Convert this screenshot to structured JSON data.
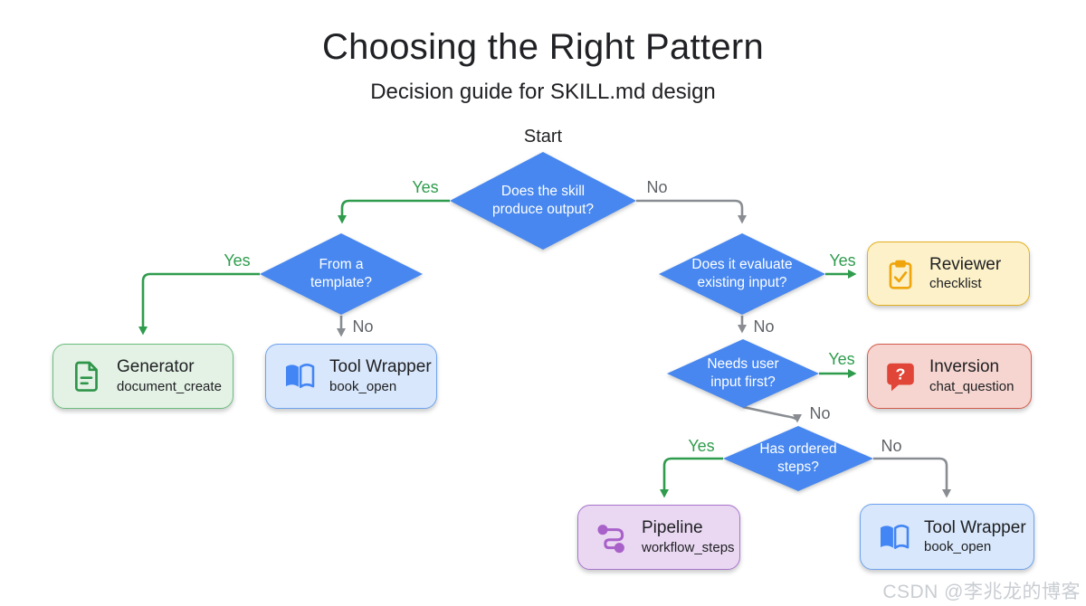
{
  "title": "Choosing the Right Pattern",
  "subtitle": "Decision guide for SKILL.md design",
  "start_label": "Start",
  "labels": {
    "yes": "Yes",
    "no": "No"
  },
  "decisions": {
    "produce_output": "Does the skill produce output?",
    "from_template": "From a template?",
    "evaluate_input": "Does it evaluate existing input?",
    "needs_input": "Needs user input first?",
    "ordered_steps": "Has ordered steps?"
  },
  "patterns": {
    "generator": {
      "name": "Generator",
      "code": "document_create",
      "icon": "document-icon"
    },
    "tool_wrapper": {
      "name": "Tool Wrapper",
      "code": "book_open",
      "icon": "open-book-icon"
    },
    "reviewer": {
      "name": "Reviewer",
      "code": "checklist",
      "icon": "clipboard-check-icon"
    },
    "inversion": {
      "name": "Inversion",
      "code": "chat_question",
      "icon": "question-chat-icon"
    },
    "pipeline": {
      "name": "Pipeline",
      "code": "workflow_steps",
      "icon": "workflow-icon"
    },
    "tool_wrapper_2": {
      "name": "Tool Wrapper",
      "code": "book_open",
      "icon": "open-book-icon"
    }
  },
  "icons": {
    "question_mark": "?"
  },
  "edges": [
    {
      "from": "start",
      "to": "produce_output",
      "label": ""
    },
    {
      "from": "produce_output",
      "to": "from_template",
      "label": "Yes"
    },
    {
      "from": "produce_output",
      "to": "evaluate_input",
      "label": "No"
    },
    {
      "from": "from_template",
      "to": "generator",
      "label": "Yes"
    },
    {
      "from": "from_template",
      "to": "tool_wrapper",
      "label": "No"
    },
    {
      "from": "evaluate_input",
      "to": "reviewer",
      "label": "Yes"
    },
    {
      "from": "evaluate_input",
      "to": "needs_input",
      "label": "No"
    },
    {
      "from": "needs_input",
      "to": "inversion",
      "label": "Yes"
    },
    {
      "from": "needs_input",
      "to": "ordered_steps",
      "label": "No"
    },
    {
      "from": "ordered_steps",
      "to": "pipeline",
      "label": "Yes"
    },
    {
      "from": "ordered_steps",
      "to": "tool_wrapper_2",
      "label": "No"
    }
  ],
  "colors": {
    "decision_fill": "#4787EF",
    "decision_text": "#FFFFFF",
    "yes_edge": "#2F9C4D",
    "no_edge": "#898D91",
    "no_label_text": "#5F6368",
    "generator": {
      "bg": "#E4F2E5",
      "border": "#6CBD7E",
      "icon": "#2E9549"
    },
    "tool_wrapper": {
      "bg": "#D8E7FB",
      "border": "#6FA3EF",
      "icon": "#4285F4"
    },
    "reviewer": {
      "bg": "#FCF1C9",
      "border": "#E3AF1F",
      "icon": "#EFA50B"
    },
    "inversion": {
      "bg": "#F6D5D0",
      "border": "#D45B4C",
      "icon": "#E04537"
    },
    "pipeline": {
      "bg": "#EAD8F2",
      "border": "#A874CC",
      "icon": "#A861C9"
    }
  },
  "watermark": "CSDN @李兆龙的博客"
}
